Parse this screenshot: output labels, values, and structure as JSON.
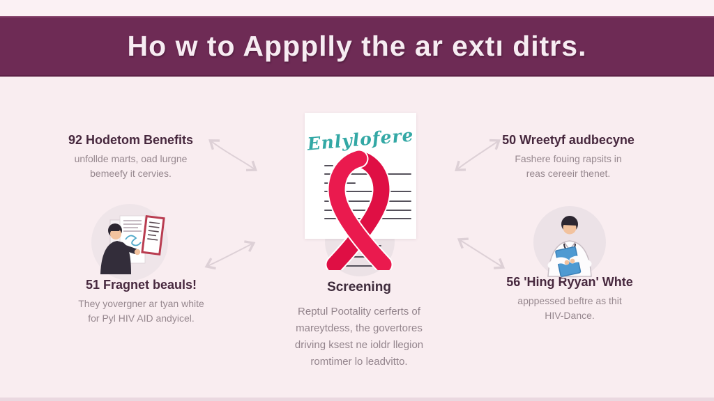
{
  "banner": {
    "title": "Ho w to Appplly the ar extı ditrs."
  },
  "center": {
    "document_label": "Enlylofere",
    "heading": "Screening",
    "body": [
      "Reptul Pootality cerferts of",
      "mareytdess, the govertores",
      "driving ksest ne ioldr llegion",
      "romtimer lo leadvitto."
    ]
  },
  "steps": {
    "top_left": {
      "heading": "92 Hodetom Benefits",
      "body": [
        "unfollde marts, oad lurgne",
        "bemeefy it cervies."
      ]
    },
    "top_right": {
      "heading": "50 Wreetyf audbecyne",
      "body": [
        "Fashere fouing rapsits in",
        "reas cereeir thenet."
      ]
    },
    "bottom_left": {
      "heading": "51 Fragnet beauls!",
      "body": [
        "They yovergner ar tyan white",
        "for Pyl HIV AID andyicel."
      ]
    },
    "bottom_right": {
      "heading": "56 'Hing Ryyan' Whte",
      "body": [
        "apppessed beftre as thit",
        "HIV-Dance."
      ]
    }
  },
  "icons": {
    "ribbon": "awareness-ribbon",
    "left_illustration": "person-reviewing-documents",
    "right_illustration": "doctor-with-tablet",
    "arrows": "curved-double-arrow"
  },
  "colors": {
    "background": "#f9edf0",
    "banner": "#6e2b55",
    "banner_text": "#f7ecf2",
    "heading_text": "#47283e",
    "body_text": "#97888f",
    "ribbon_red": "#ea1a4e",
    "document_label_teal": "#33a8a5",
    "arrow": "#ddd0d6"
  }
}
